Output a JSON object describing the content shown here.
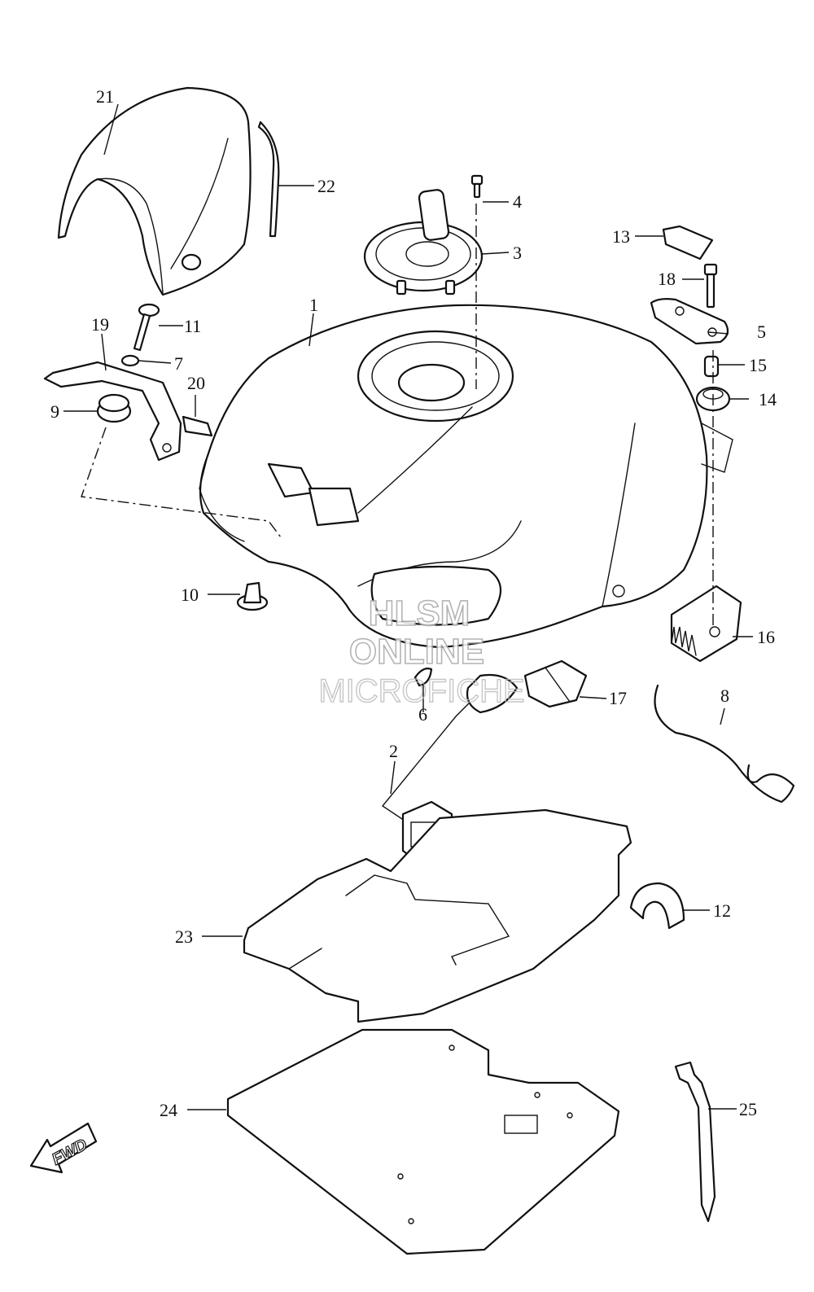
{
  "callouts": [
    {
      "id": "c1",
      "label": "1"
    },
    {
      "id": "c2",
      "label": "2"
    },
    {
      "id": "c3",
      "label": "3"
    },
    {
      "id": "c4",
      "label": "4"
    },
    {
      "id": "c5",
      "label": "5"
    },
    {
      "id": "c6",
      "label": "6"
    },
    {
      "id": "c7",
      "label": "7"
    },
    {
      "id": "c8",
      "label": "8"
    },
    {
      "id": "c9",
      "label": "9"
    },
    {
      "id": "c10",
      "label": "10"
    },
    {
      "id": "c11",
      "label": "11"
    },
    {
      "id": "c12",
      "label": "12"
    },
    {
      "id": "c13",
      "label": "13"
    },
    {
      "id": "c14",
      "label": "14"
    },
    {
      "id": "c15",
      "label": "15"
    },
    {
      "id": "c16",
      "label": "16"
    },
    {
      "id": "c17",
      "label": "17"
    },
    {
      "id": "c18",
      "label": "18"
    },
    {
      "id": "c19",
      "label": "19"
    },
    {
      "id": "c20",
      "label": "20"
    },
    {
      "id": "c21",
      "label": "21"
    },
    {
      "id": "c22",
      "label": "22"
    },
    {
      "id": "c23",
      "label": "23"
    },
    {
      "id": "c24",
      "label": "24"
    },
    {
      "id": "c25",
      "label": "25"
    }
  ],
  "watermark": {
    "line1": "HLSM",
    "line2": "ONLINE",
    "line3": "MICROFICHE"
  },
  "direction": {
    "label": "FWD"
  },
  "colors": {
    "ink": "#111111",
    "paper": "#ffffff",
    "watermark": "#a8a8a8"
  }
}
